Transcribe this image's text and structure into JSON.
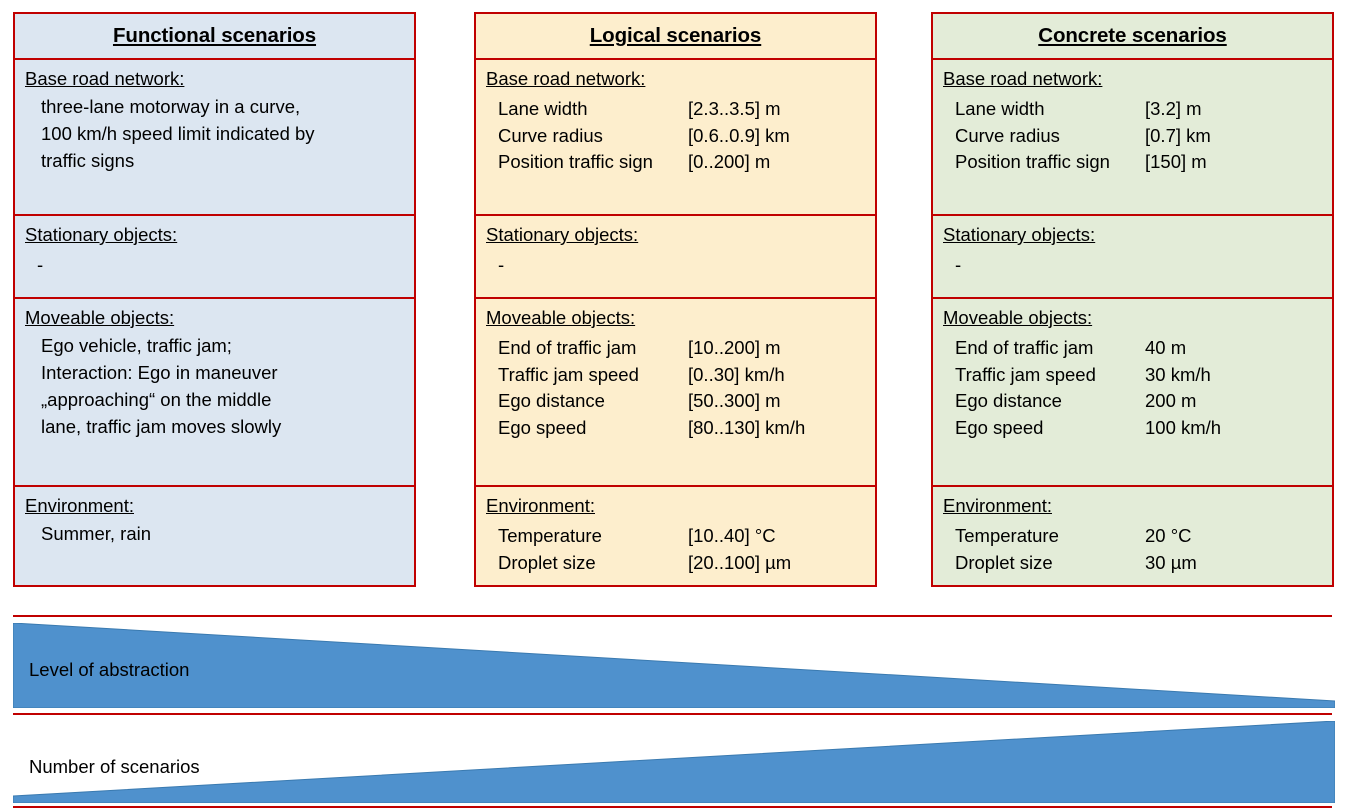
{
  "colors": {
    "border_red": "#c00000",
    "functional_fill": "#dce6f1",
    "logical_fill": "#fdeecd",
    "concrete_fill": "#e3ecd8",
    "wedge_blue": "#4f91cd"
  },
  "columns": [
    {
      "key": "functional",
      "title": "Functional scenarios",
      "sections": [
        {
          "heading": "Base road network:",
          "type": "text",
          "lines": [
            "three-lane motorway in a curve,",
            "100 km/h speed limit indicated by",
            "traffic signs"
          ]
        },
        {
          "heading": "Stationary objects:",
          "type": "dash",
          "dash": "-"
        },
        {
          "heading": "Moveable objects:",
          "type": "text",
          "lines": [
            "Ego vehicle, traffic jam;",
            "Interaction: Ego in maneuver",
            "„approaching“ on the middle",
            "lane, traffic jam moves slowly"
          ]
        },
        {
          "heading": "Environment:",
          "type": "text",
          "lines": [
            "Summer, rain"
          ]
        }
      ]
    },
    {
      "key": "logical",
      "title": "Logical scenarios",
      "sections": [
        {
          "heading": "Base road network:",
          "type": "params",
          "params": [
            {
              "name": "Lane width",
              "value": "[2.3..3.5] m"
            },
            {
              "name": "Curve radius",
              "value": "[0.6..0.9] km"
            },
            {
              "name": "Position traffic sign",
              "value": "[0..200] m"
            }
          ]
        },
        {
          "heading": "Stationary objects:",
          "type": "dash",
          "dash": "-"
        },
        {
          "heading": "Moveable objects:",
          "type": "params",
          "params": [
            {
              "name": "End of traffic jam",
              "value": "[10..200] m"
            },
            {
              "name": "Traffic jam speed",
              "value": "[0..30] km/h"
            },
            {
              "name": "Ego distance",
              "value": "[50..300] m"
            },
            {
              "name": "Ego speed",
              "value": "[80..130] km/h"
            }
          ]
        },
        {
          "heading": "Environment:",
          "type": "params",
          "params": [
            {
              "name": "Temperature",
              "value": "[10..40] °C"
            },
            {
              "name": "Droplet size",
              "value": "[20..100] µm"
            }
          ]
        }
      ]
    },
    {
      "key": "concrete",
      "title": "Concrete scenarios",
      "sections": [
        {
          "heading": "Base road network:",
          "type": "params",
          "params": [
            {
              "name": "Lane width",
              "value": "[3.2] m"
            },
            {
              "name": "Curve radius",
              "value": "[0.7] km"
            },
            {
              "name": "Position traffic sign",
              "value": "[150] m"
            }
          ]
        },
        {
          "heading": "Stationary objects:",
          "type": "dash",
          "dash": "-"
        },
        {
          "heading": "Moveable objects:",
          "type": "params",
          "params": [
            {
              "name": "End of traffic jam",
              "value": "40 m"
            },
            {
              "name": "Traffic jam speed",
              "value": "30 km/h"
            },
            {
              "name": "Ego distance",
              "value": "200 m"
            },
            {
              "name": "Ego speed",
              "value": "100 km/h"
            }
          ]
        },
        {
          "heading": "Environment:",
          "type": "params",
          "params": [
            {
              "name": "Temperature",
              "value": "20 °C"
            },
            {
              "name": "Droplet size",
              "value": "30 µm"
            }
          ]
        }
      ]
    }
  ],
  "wedges": [
    {
      "key": "level-of-abstraction",
      "label": "Level of abstraction",
      "direction": "decreasing"
    },
    {
      "key": "number-of-scenarios",
      "label": "Number of scenarios",
      "direction": "increasing"
    }
  ]
}
